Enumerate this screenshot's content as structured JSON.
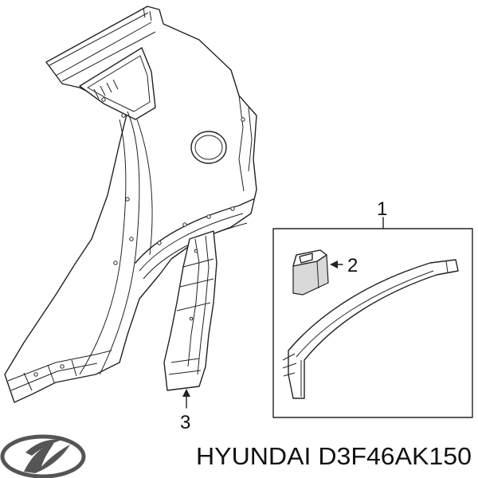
{
  "callouts": {
    "part_1": "1",
    "part_2": "2",
    "part_3": "3"
  },
  "brand": {
    "logo_icon": "hyundai-logo-icon",
    "caption": "HYUNDAI D3F46AK150"
  }
}
